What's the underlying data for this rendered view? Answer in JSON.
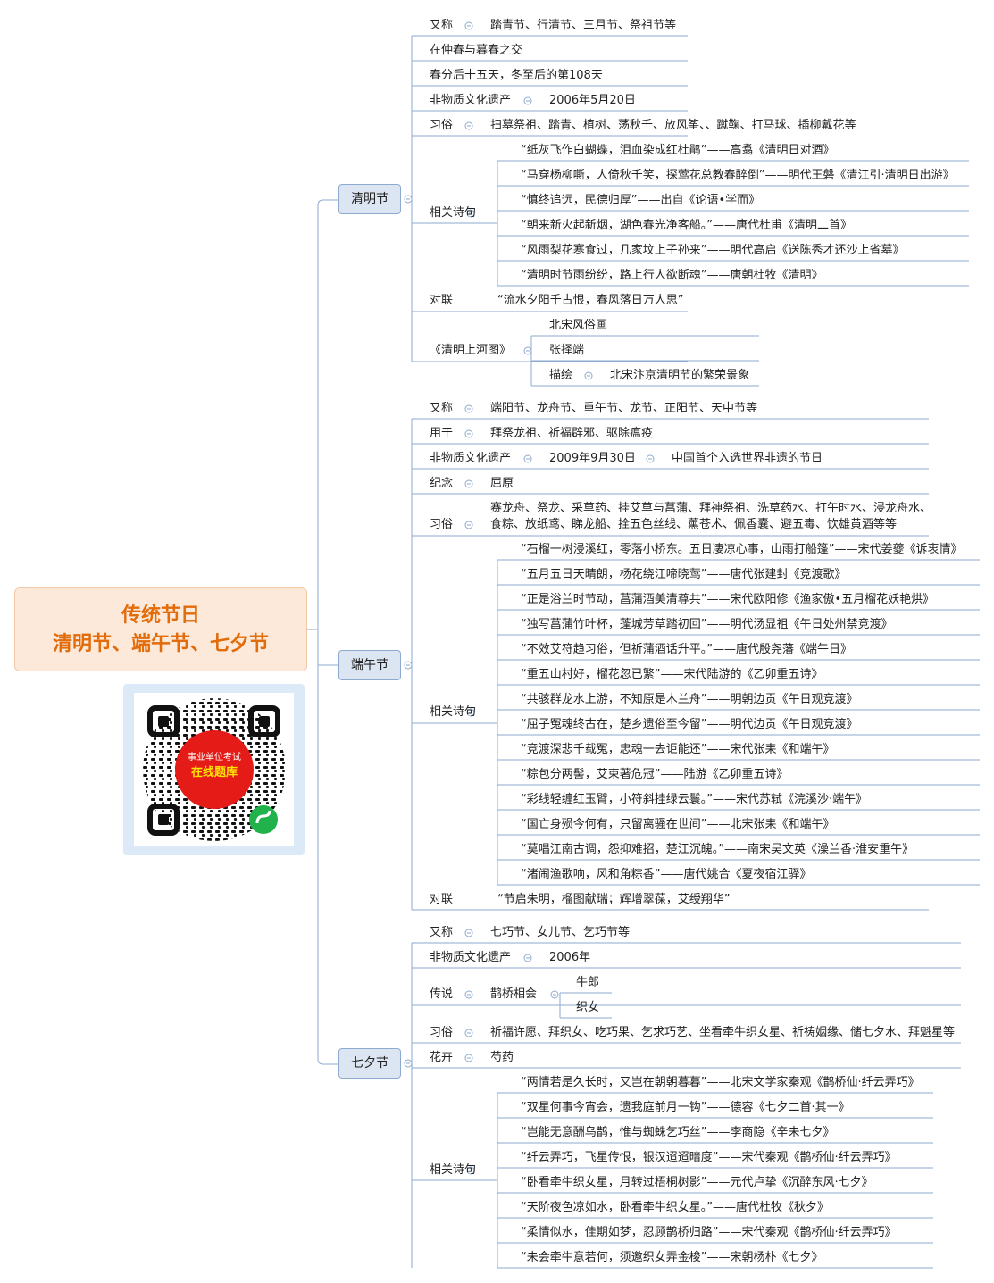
{
  "root": {
    "line1": "传统节日",
    "line2": "清明节、端午节、七夕节"
  },
  "qr": {
    "line1": "事业单位考试",
    "line2": "在线题库"
  },
  "festivals": {
    "qingming": "清明节",
    "duanwu": "端午节",
    "qixi": "七夕节"
  },
  "labels": {
    "also_called": "又称",
    "heritage": "非物质文化遗产",
    "customs": "习俗",
    "poems": "相关诗句",
    "couplet": "对联",
    "used_for": "用于",
    "commemorate": "纪念",
    "legend": "传说",
    "flower": "花卉",
    "painting": "《清明上河图》",
    "depict": "描绘"
  },
  "qingming": {
    "also_called": "踏青节、行清节、三月节、祭祖节等",
    "time1": "在仲春与暮春之交",
    "time2": "春分后十五天，冬至后的第108天",
    "heritage_date": "2006年5月20日",
    "customs": "扫墓祭祖、踏青、植树、荡秋千、放风筝、、蹴鞠、打马球、插柳戴花等",
    "poems": [
      "“纸灰飞作白蝴蝶，泪血染成红杜鹃”——高翥《清明日对酒》",
      "“马穿杨柳嘶，人倚秋千笑，探莺花总教春醉倒”——明代王磐《清江引·清明日出游》",
      "“慎终追远，民德归厚”——出自《论语•学而》",
      "“朝来新火起新烟，湖色春光净客船。”——唐代杜甫《清明二首》",
      "“风雨梨花寒食过，几家坟上子孙来”——明代高启《送陈秀才还沙上省墓》",
      "“清明时节雨纷纷，路上行人欲断魂”——唐朝杜牧《清明》"
    ],
    "couplet": "“流水夕阳千古恨，春风落日万人思”",
    "painting_items": [
      "北宋风俗画",
      "张择端"
    ],
    "depict_text": "北宋汴京清明节的繁荣景象"
  },
  "duanwu": {
    "also_called": "端阳节、龙舟节、重午节、龙节、正阳节、天中节等",
    "used_for": "拜祭龙祖、祈福辟邪、驱除瘟疫",
    "heritage_date": "2009年9月30日",
    "heritage_note": "中国首个入选世界非遗的节日",
    "commemorate": "屈原",
    "customs1": "赛龙舟、祭龙、采草药、挂艾草与菖蒲、拜神祭祖、洗草药水、打午时水、浸龙舟水、",
    "customs2": "食粽、放纸鸢、睇龙船、拴五色丝线、薰苍术、佩香囊、避五毒、饮雄黄酒等等",
    "poems": [
      "“石榴一树浸溪红，零落小桥东。五日凄凉心事，山雨打船篷”——宋代姜夔《诉衷情》",
      "“五月五日天晴朗，杨花绕江啼晓莺”——唐代张建封《竞渡歌》",
      "“正是浴兰时节动，菖蒲酒美清尊共”——宋代欧阳修《渔家傲•五月榴花妖艳烘》",
      "“独写菖蒲竹叶杯，蓬城芳草踏初回”——明代汤显祖《午日处州禁竞渡》",
      "“不效艾符趋习俗，但祈蒲酒话升平。”——唐代殷尧藩《端午日》",
      "“重五山村好，榴花忽已繁”——宋代陆游的《乙卯重五诗》",
      "“共骇群龙水上游，不知原是木兰舟”——明朝边贡《午日观竞渡》",
      "“屈子冤魂终古在，楚乡遗俗至今留”——明代边贡《午日观竞渡》",
      "“竞渡深悲千载冤，忠魂一去讵能还”——宋代张耒《和端午》",
      "“粽包分两髻，艾束著危冠”——陆游《乙卯重五诗》",
      "“彩线轻缠红玉臂，小符斜挂绿云鬟。”——宋代苏轼《浣溪沙·端午》",
      "“国亡身殒今何有，只留离骚在世间”——北宋张耒《和端午》",
      "“莫唱江南古调，怨抑难招，楚江沉魄。”——南宋吴文英《澡兰香·淮安重午》",
      "“渚闹渔歌响，风和角粽香”——唐代姚合《夏夜宿江驿》"
    ],
    "couplet": "“节启朱明，榴图献瑞；辉增翠葆，艾绶翔华”"
  },
  "qixi": {
    "also_called": "七巧节、女儿节、乞巧节等",
    "heritage_date": "2006年",
    "legend": "鹊桥相会",
    "legend_items": [
      "牛郎",
      "织女"
    ],
    "customs": "祈福许愿、拜织女、吃巧果、乞求巧艺、坐看牵牛织女星、祈祷姻缘、储七夕水、拜魁星等",
    "flower": "芍药",
    "poems": [
      "“两情若是久长时，又岂在朝朝暮暮”——北宋文学家秦观《鹊桥仙·纤云弄巧》",
      "“双星何事今宵会，遗我庭前月一钩”——德容《七夕二首·其一》",
      "“岂能无意酬乌鹊，惟与蜘蛛乞巧丝”——李商隐《辛未七夕》",
      "“纤云弄巧，飞星传恨，银汉迢迢暗度”——宋代秦观《鹊桥仙·纤云弄巧》",
      "“卧看牵牛织女星，月转过梧桐树影”——元代卢挚《沉醉东风·七夕》",
      "“天阶夜色凉如水，卧看牵牛织女星。”——唐代杜牧《秋夕》",
      "“柔情似水，佳期如梦，忍顾鹊桥归路”——宋代秦观《鹊桥仙·纤云弄巧》",
      "“未会牵牛意若何，须邀织女弄金梭”——宋朝杨朴《七夕》"
    ]
  }
}
